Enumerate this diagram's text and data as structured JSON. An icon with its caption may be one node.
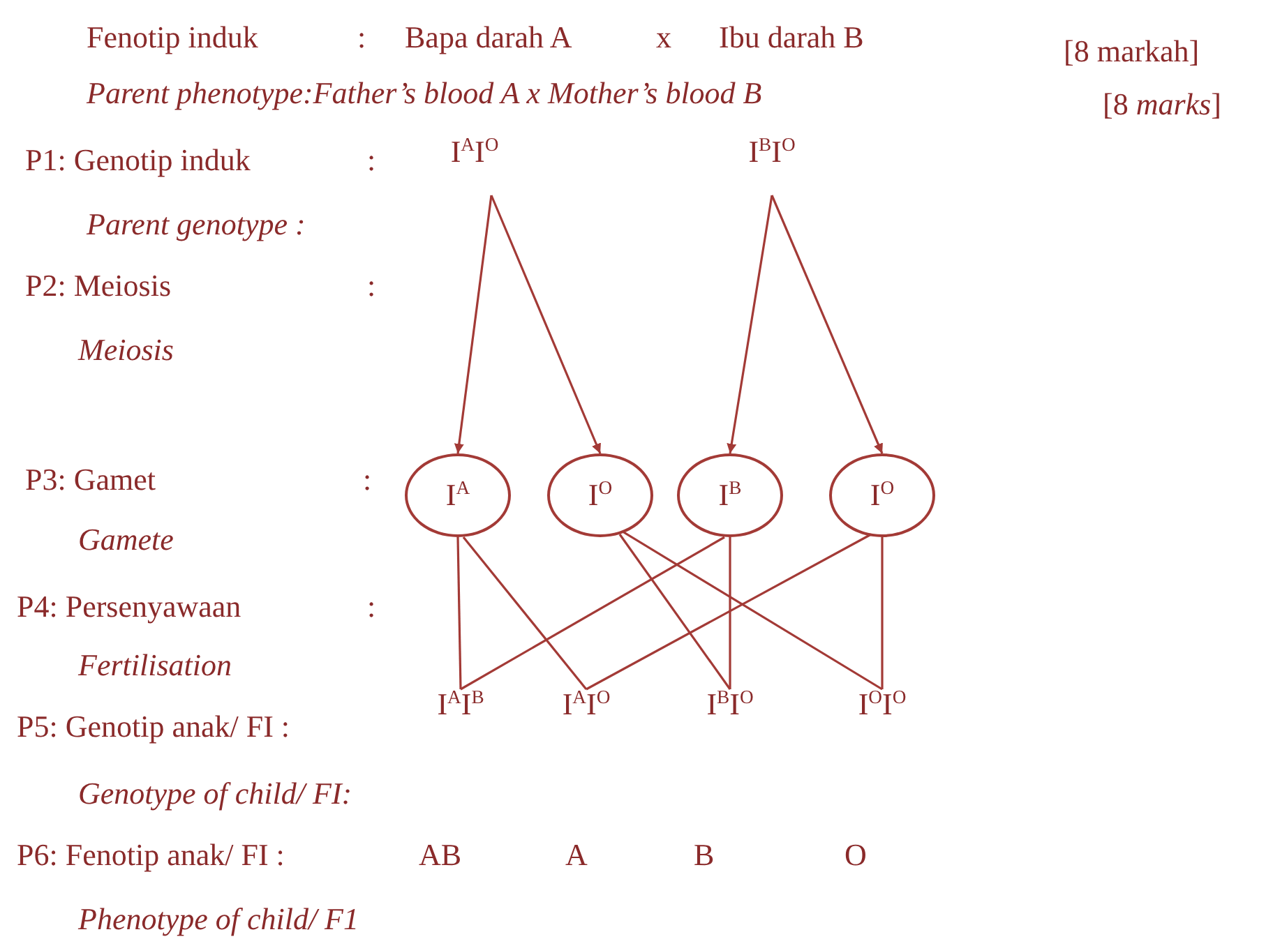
{
  "diagram": {
    "nodes": [
      {
        "text": [
          "I$^{A}$I$^{O}$"
        ]
      },
      {
        "text": [
          "I$^{B}$I$^{O}$"
        ]
      },
      {
        "text": [
          "I$^{A}$"
        ]
      },
      {
        "text": [
          "I$^{O}$"
        ]
      },
      {
        "text": [
          "I$^{B}$"
        ]
      },
      {
        "text": [
          "I$^{O}$"
        ]
      },
      {
        "text": [
          "I$^{A}$I$^{B}$"
        ]
      },
      {
        "text": [
          "I$^{A}$I$^{O}$"
        ]
      },
      {
        "text": [
          "I$^{B}$I$^{O}$"
        ]
      },
      {
        "text": [
          "I$^{O}$I$^{O}$"
        ]
      }
    ],
    "edges": [
      {
        "from": 0,
        "to": 2,
        "arrow": "to"
      },
      {
        "from": 0,
        "to": 3,
        "arrow": "to"
      },
      {
        "from": 1,
        "to": 4,
        "arrow": "to"
      },
      {
        "from": 1,
        "to": 5,
        "arrow": "to"
      },
      {
        "from": 2,
        "to": 6,
        "arrow": "none"
      },
      {
        "from": 2,
        "to": 7,
        "arrow": "none"
      },
      {
        "from": 3,
        "to": 8,
        "arrow": "none"
      },
      {
        "from": 3,
        "to": 9,
        "arrow": "none"
      },
      {
        "from": 4,
        "to": 6,
        "arrow": "none"
      },
      {
        "from": 4,
        "to": 8,
        "arrow": "none"
      },
      {
        "from": 5,
        "to": 7,
        "arrow": "none"
      },
      {
        "from": 5,
        "to": 9,
        "arrow": "none"
      }
    ],
    "labels": [
      "Fenotip induk",
      ":",
      "Bapa darah A",
      "x",
      "Ibu darah B",
      "[8 markah]",
      "Parent phenotype:Father’s blood A x Mother’s blood B",
      "[8 *marks*]",
      "P1: Genotip induk",
      ":",
      "Parent genotype :",
      "P2: Meiosis",
      ":",
      "Meiosis",
      "P3: Gamet",
      ":",
      "Gamete",
      "P4: Persenyawaan",
      ":",
      "Fertilisation",
      "P5: Genotip anak/ FI :",
      "Genotype of child/ FI:",
      "P6: Fenotip anak/ FI :",
      "AB",
      "A",
      "B",
      "O",
      "Phenotype of child/ F1"
    ]
  }
}
